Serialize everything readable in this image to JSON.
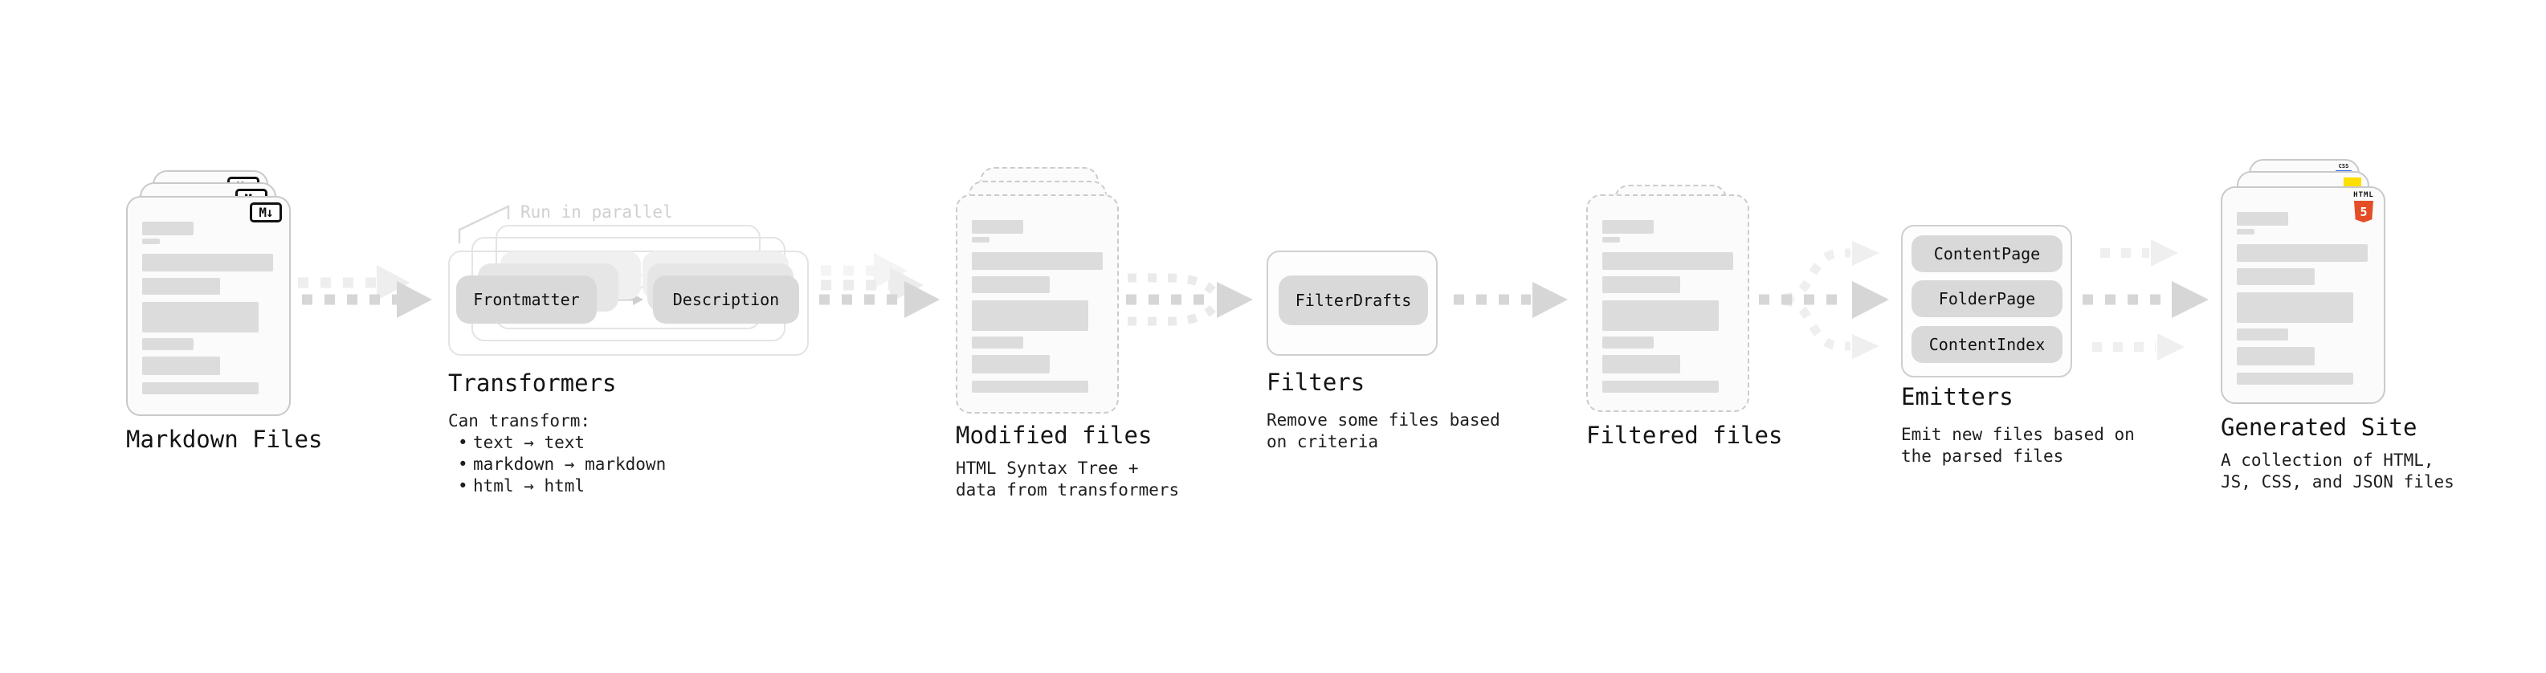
{
  "stages": {
    "markdown": {
      "label": "Markdown Files"
    },
    "transformers": {
      "label": "Transformers",
      "note": "Run in parallel",
      "plugin_a": "Frontmatter",
      "plugin_b": "Description",
      "desc_title": "Can transform:",
      "bullet_glyph": "•",
      "bullets": [
        "text → text",
        "markdown → markdown",
        "html → html"
      ]
    },
    "modified": {
      "label": "Modified files",
      "desc": "HTML Syntax Tree +\ndata from transformers"
    },
    "filters": {
      "label": "Filters",
      "plugin": "FilterDrafts",
      "desc": "Remove some files based\non criteria"
    },
    "filtered": {
      "label": "Filtered files"
    },
    "emitters": {
      "label": "Emitters",
      "plugins": [
        "ContentPage",
        "FolderPage",
        "ContentIndex"
      ],
      "desc": "Emit new files based on\nthe parsed files"
    },
    "site": {
      "label": "Generated Site",
      "desc": "A collection of HTML,\nJS, CSS, and JSON files"
    }
  },
  "icons": {
    "markdown_glyph": "M↓",
    "html5_word": "HTML",
    "html5_number": "5",
    "css_word": "CSS"
  },
  "colors": {
    "arrow_main": "#d6d6d6",
    "arrow_light": "#ececec",
    "html5_orange": "#e44d26",
    "css_blue": "#2965f1",
    "js_yellow": "#ffdf00"
  }
}
